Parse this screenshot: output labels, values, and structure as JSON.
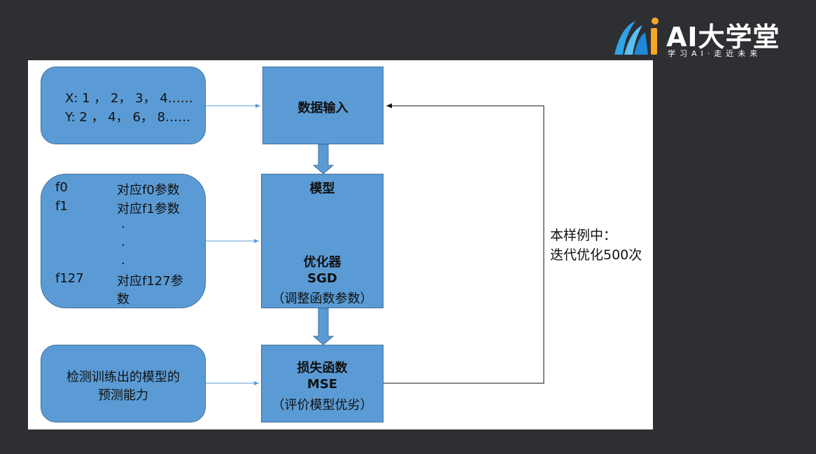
{
  "logo": {
    "title": "AI大学堂",
    "subtitle": "学习AI·走近未来"
  },
  "colors": {
    "box_fill": "#5b9bd5",
    "box_border": "#41719c",
    "background": "#2e2f33",
    "canvas": "#ffffff"
  },
  "input_data": {
    "x_line": "X: 1 ， 2， 3， 4……",
    "y_line": "Y: 2 ， 4， 6， 8……"
  },
  "params": {
    "rows": [
      {
        "name": "f0",
        "desc": "对应f0参数"
      },
      {
        "name": "f1",
        "desc": "对应f1参数"
      },
      {
        "name": "",
        "desc": "."
      },
      {
        "name": "",
        "desc": "."
      },
      {
        "name": "",
        "desc": "."
      },
      {
        "name": "f127",
        "desc": "对应f127参"
      }
    ],
    "wrap": "数"
  },
  "eval": {
    "line1": "检测训练出的模型的",
    "line2": "预测能力"
  },
  "data_input": {
    "title": "数据输入"
  },
  "model": {
    "title": "模型",
    "optimizer": "优化器",
    "algo": "SGD",
    "desc": "（调整函数参数）"
  },
  "loss": {
    "title": "损失函数",
    "algo": "MSE",
    "desc": "（评价模型优劣）"
  },
  "note": {
    "line1": "本样例中：",
    "line2": "迭代优化500次"
  }
}
